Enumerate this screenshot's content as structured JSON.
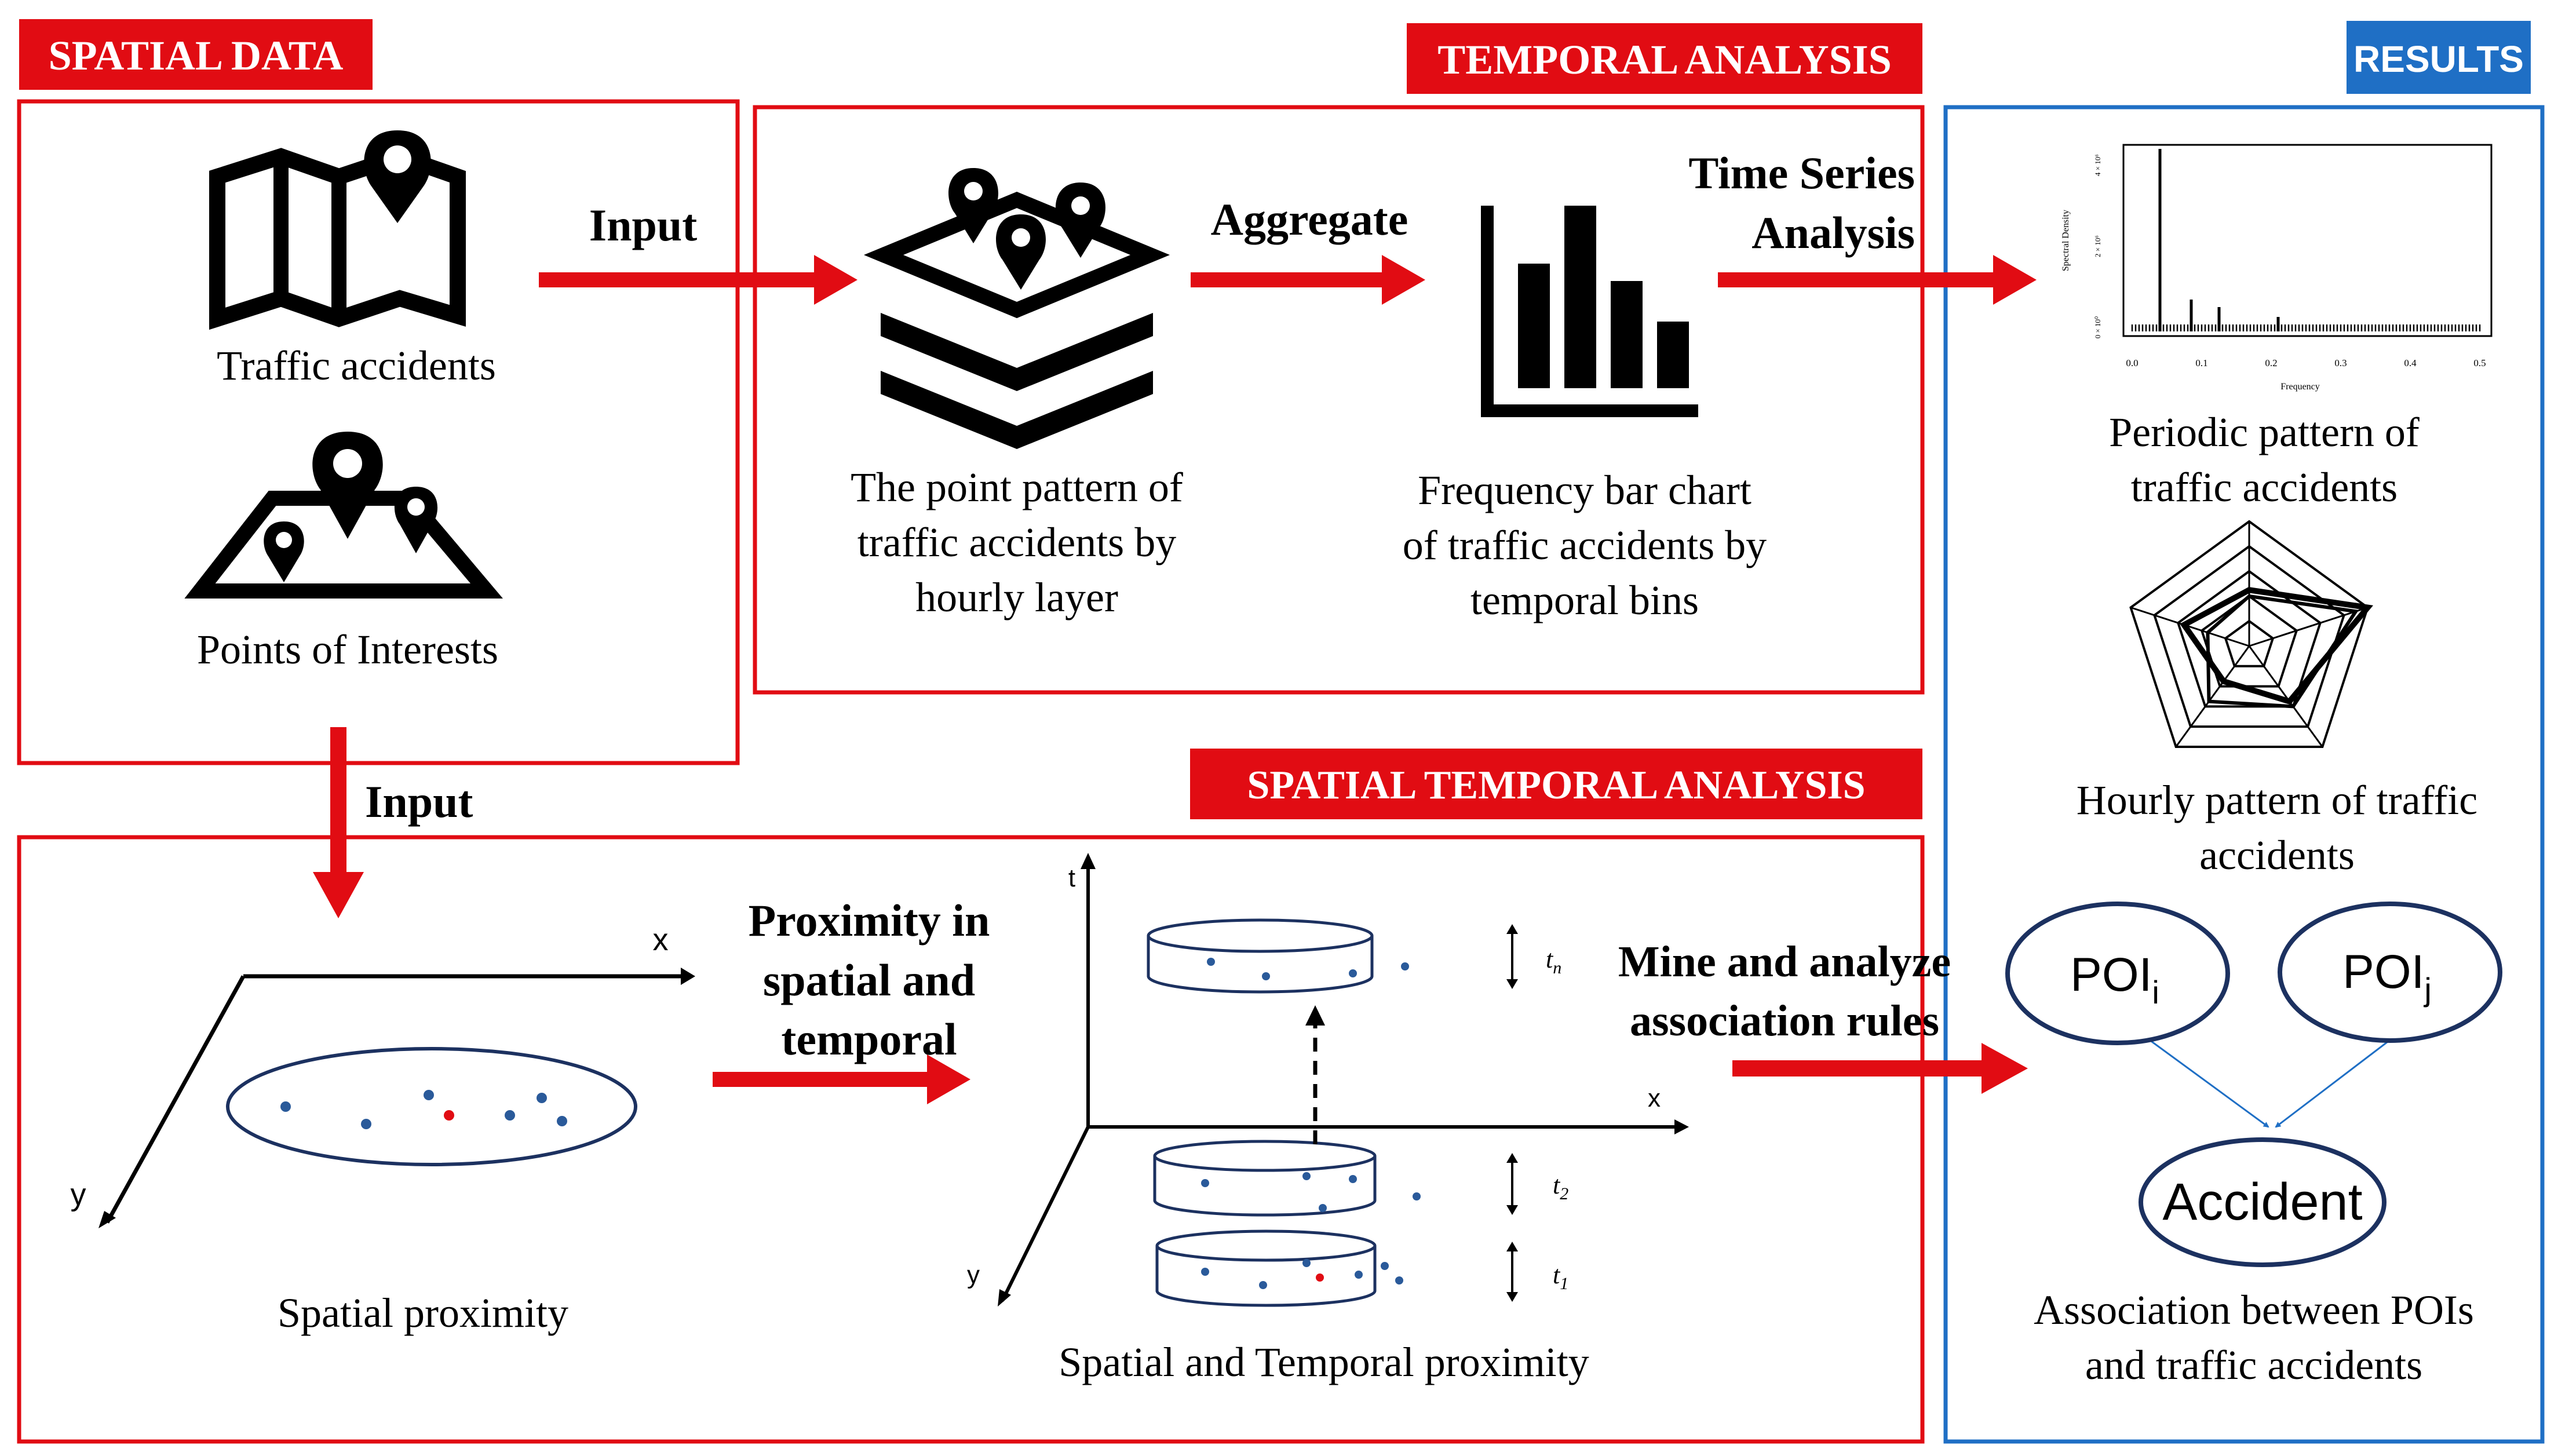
{
  "headers": {
    "spatial_data": "SPATIAL DATA",
    "temporal_analysis": "TEMPORAL ANALYSIS",
    "spatial_temporal_analysis": "SPATIAL TEMPORAL ANALYSIS",
    "results": "RESULTS"
  },
  "spatial_data": {
    "traffic_accidents": "Traffic accidents",
    "points_of_interests": "Points of Interests"
  },
  "arrows": {
    "input_top": "Input",
    "aggregate": "Aggregate",
    "time_series_line1": "Time Series",
    "time_series_line2": "Analysis",
    "input_down": "Input",
    "proximity_line1": "Proximity in",
    "proximity_line2": "spatial and",
    "proximity_line3": "temporal",
    "mine_line1": "Mine and analyze",
    "mine_line2": "association rules"
  },
  "temporal": {
    "point_pattern_line1": "The point pattern of",
    "point_pattern_line2": "traffic accidents by",
    "point_pattern_line3": "hourly layer",
    "freq_line1": "Frequency bar chart",
    "freq_line2": "of traffic accidents by",
    "freq_line3": "temporal bins"
  },
  "spatiotemporal": {
    "axis_x": "x",
    "axis_y": "y",
    "axis_t": "t",
    "spatial_proximity": "Spatial proximity",
    "st_proximity": "Spatial and Temporal proximity",
    "layer_tn": "t",
    "layer_tn_sub": "n",
    "layer_t2": "t",
    "layer_t2_sub": "2",
    "layer_t1": "t",
    "layer_t1_sub": "1"
  },
  "results": {
    "periodic_line1": "Periodic pattern of",
    "periodic_line2": "traffic accidents",
    "hourly_line1": "Hourly pattern of traffic",
    "hourly_line2": "accidents",
    "poi_i": "POI",
    "poi_i_sub": "i",
    "poi_j": "POI",
    "poi_j_sub": "j",
    "accident": "Accident",
    "assoc_line1": "Association between POIs",
    "assoc_line2": "and traffic accidents",
    "spectrum": {
      "xlabel": "Frequency",
      "ylabel": "Spectral Density",
      "xticks": [
        "0.0",
        "0.1",
        "0.2",
        "0.3",
        "0.4",
        "0.5"
      ],
      "yticks": [
        "0 × 10⁰",
        "2 × 10⁶",
        "4 × 10⁶"
      ]
    }
  },
  "colors": {
    "red": "#e10c13",
    "blue": "#1f6fc5",
    "navy": "#1c3160",
    "dot_blue": "#2a5a9a",
    "dot_red": "#e10c13"
  }
}
